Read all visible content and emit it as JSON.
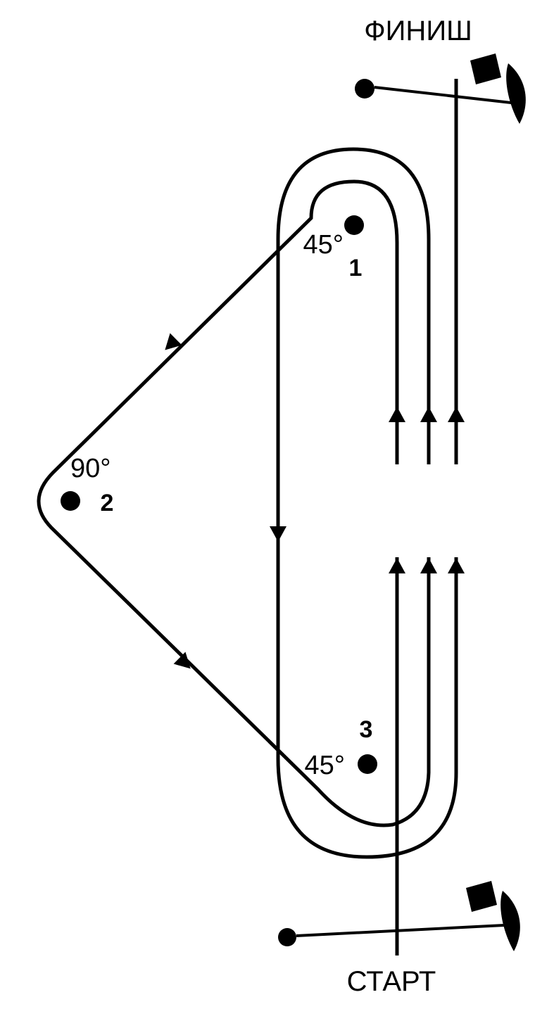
{
  "diagram": {
    "finish_label": "ФИНИШ",
    "start_label": "СТАРТ",
    "marks": [
      {
        "number": "1",
        "angle": "45°"
      },
      {
        "number": "2",
        "angle": "90°"
      },
      {
        "number": "3",
        "angle": "45°"
      }
    ],
    "icons": {
      "buoy": "buoy-icon",
      "committee_boat": "committee-boat-icon",
      "arrow": "direction-arrow-icon"
    },
    "colors": {
      "line": "#000000",
      "background": "#ffffff"
    }
  }
}
